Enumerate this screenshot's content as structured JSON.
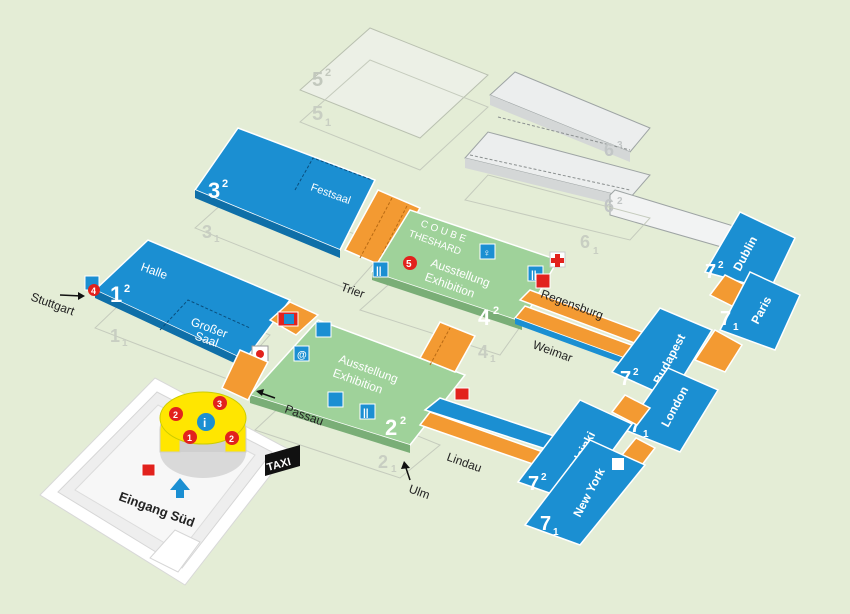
{
  "halls": {
    "h5_2": {
      "num": "5",
      "level": "2"
    },
    "h5_1": {
      "num": "5",
      "level": "1"
    },
    "h6_3": {
      "num": "6",
      "level": "3"
    },
    "h6_2": {
      "num": "6",
      "level": "2"
    },
    "h6_1": {
      "num": "6",
      "level": "1"
    },
    "h3_2": {
      "num": "3",
      "level": "2",
      "name": "Festsaal"
    },
    "h3_1": {
      "num": "3",
      "level": "1"
    },
    "h4_2": {
      "num": "4",
      "level": "2",
      "label_de": "Ausstellung",
      "label_en": "Exhibition"
    },
    "h4_1": {
      "num": "4",
      "level": "1"
    },
    "h1_2": {
      "num": "1",
      "level": "2",
      "name": "Halle",
      "room_line1": "Großer",
      "room_line2": "Saal"
    },
    "h1_1": {
      "num": "1",
      "level": "1"
    },
    "h2_2": {
      "num": "2",
      "level": "2",
      "label_de": "Ausstellung",
      "label_en": "Exhibition"
    },
    "h2_1": {
      "num": "2",
      "level": "1"
    },
    "h7_2_dublin": {
      "num": "7",
      "level": "2",
      "name": "Dublin"
    },
    "h7_1_paris": {
      "num": "7",
      "level": "1",
      "name": "Paris"
    },
    "h7_2_budapest": {
      "num": "7",
      "level": "2",
      "name": "Budapest"
    },
    "h7_1_london": {
      "num": "7",
      "level": "1",
      "name": "London"
    },
    "h7_2_helsinki": {
      "num": "7",
      "level": "2",
      "name": "Helsinki"
    },
    "h7_1_newyork": {
      "num": "7",
      "level": "1",
      "name": "New York"
    }
  },
  "coube": {
    "line1": "COUBE",
    "line2": "THESHARD"
  },
  "passages": {
    "trier": "Trier",
    "regensburg": "Regensburg",
    "weimar": "Weimar",
    "passau": "Passau",
    "lindau": "Lindau"
  },
  "entrances": {
    "stuttgart": "Stuttgart",
    "ulm": "Ulm",
    "sued": "Eingang Süd"
  },
  "taxi": "TAXI",
  "badges": {
    "b1": "1",
    "b2a": "2",
    "b2b": "2",
    "b3": "3",
    "b4": "4",
    "b5": "5",
    "info": "i"
  },
  "colors": {
    "background": "#e4edd6",
    "hall_blue": "#1b8fd2",
    "exhibition_green": "#9fd29a",
    "passage_orange": "#f39a32",
    "inactive_floor": "#eef2e8",
    "accent_red": "#e2221d",
    "info_yellow": "#ffe600"
  }
}
